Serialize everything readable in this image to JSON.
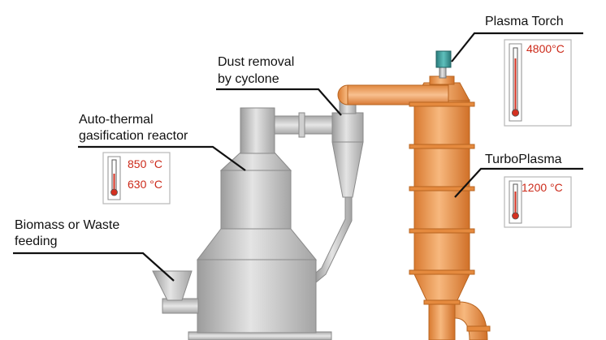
{
  "labels": {
    "plasma_torch": "Plasma Torch",
    "dust_removal_line1": "Dust removal",
    "dust_removal_line2": "by cyclone",
    "reactor_line1": "Auto-thermal",
    "reactor_line2": "gasification reactor",
    "turboplasma": "TurboPlasma",
    "feeding_line1": "Biomass or Waste",
    "feeding_line2": "feeding"
  },
  "temperatures": {
    "torch": "4800°C",
    "reactor_high": "850 °C",
    "reactor_low": "630 °C",
    "turboplasma": "1200 °C"
  },
  "colors": {
    "label_text": "#111111",
    "temperature_text": "#cc2a1a",
    "steel_gray": "#c4c4c4",
    "plasma_orange": "#f0a060",
    "torch_teal": "#3a9a9a",
    "thermometer_red": "#d43020"
  }
}
